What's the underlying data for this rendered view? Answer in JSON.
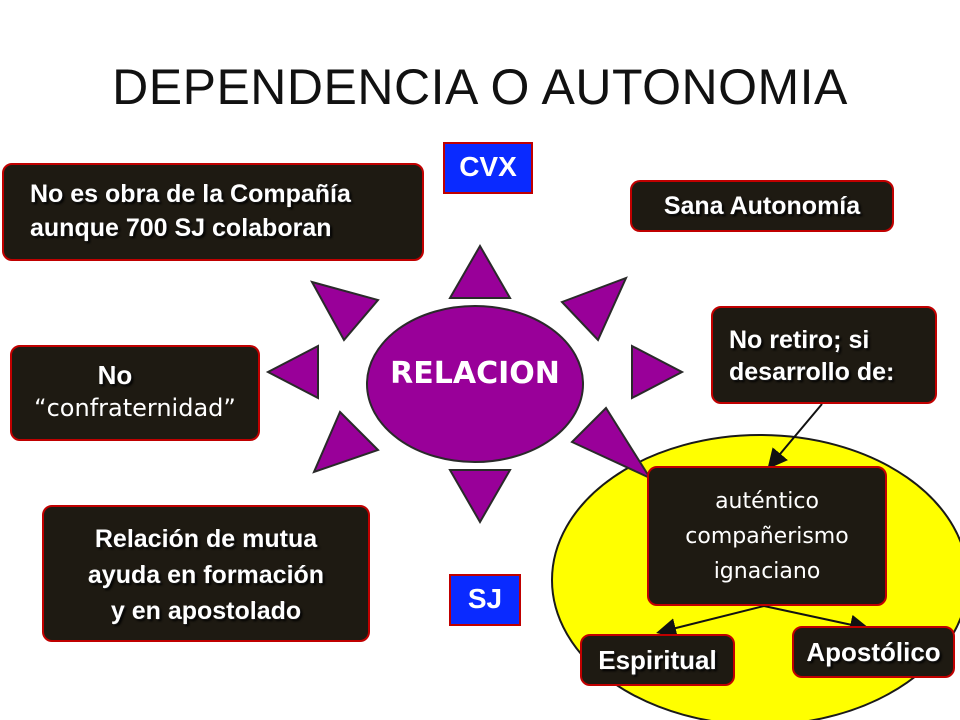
{
  "title": "DEPENDENCIA O AUTONOMIA",
  "center": {
    "label": "RELACION"
  },
  "tags": {
    "cvx": "CVX",
    "sj": "SJ"
  },
  "left": {
    "obra_line1": "No es obra de la Compañía",
    "obra_line2": "aunque 700 SJ colaboran",
    "confra_line1": "No",
    "confra_line2": "“confraternidad”",
    "mutua_line1": "Relación de mutua",
    "mutua_line2": "ayuda en  formación",
    "mutua_line3": "y en apostolado"
  },
  "right": {
    "autonomia": "Sana Autonomía",
    "retiro_line1": "No retiro; si",
    "retiro_line2": "desarrollo de:",
    "companerismo_line1": "auténtico",
    "companerismo_line2": "compañerismo",
    "companerismo_line3": "ignaciano",
    "espiritual": "Espiritual",
    "apostolico": "Apostólico"
  },
  "colors": {
    "star": "#990099",
    "box_fill": "#1e1a12",
    "box_border": "#c00000",
    "tag_fill": "#0a2aff",
    "circle_fill": "#ffff00"
  }
}
